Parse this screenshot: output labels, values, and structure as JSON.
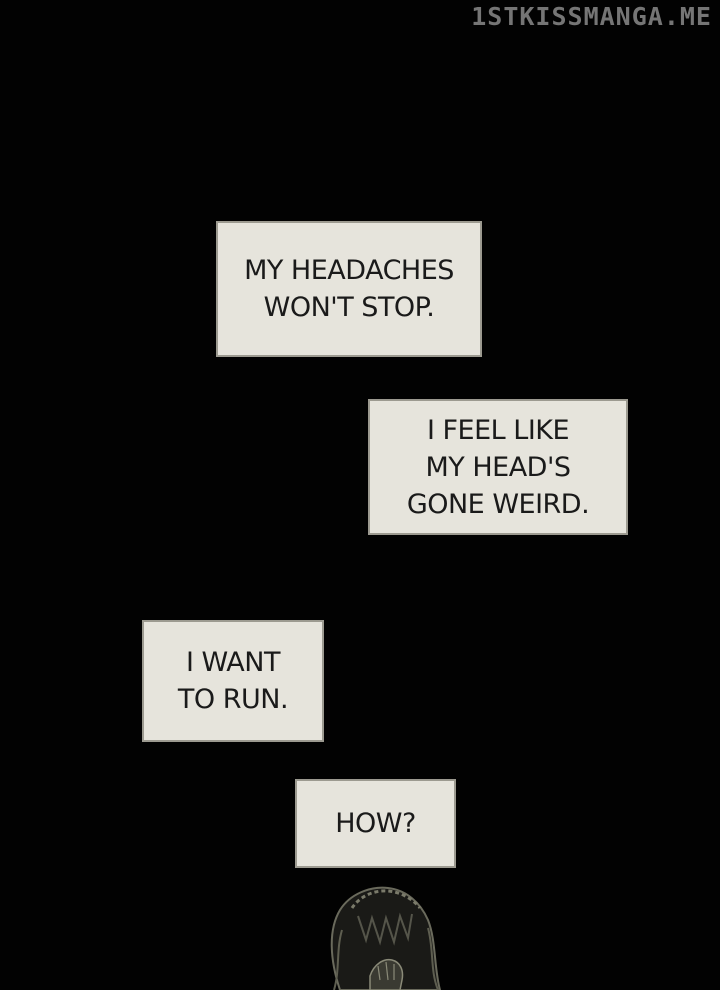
{
  "watermark": "1STKISSMANGA.ME",
  "captions": [
    {
      "text": "MY HEADACHES\nWON'T STOP."
    },
    {
      "text": "I FEEL LIKE\nMY HEAD'S\nGONE WEIRD."
    },
    {
      "text": "I WANT\nTO RUN."
    },
    {
      "text": "HOW?"
    }
  ],
  "colors": {
    "background": "#020202",
    "caption_fill": "#e6e4dc",
    "caption_border": "#9c9a90",
    "caption_text": "#1a1a1a",
    "watermark": "#8a8a8a"
  }
}
